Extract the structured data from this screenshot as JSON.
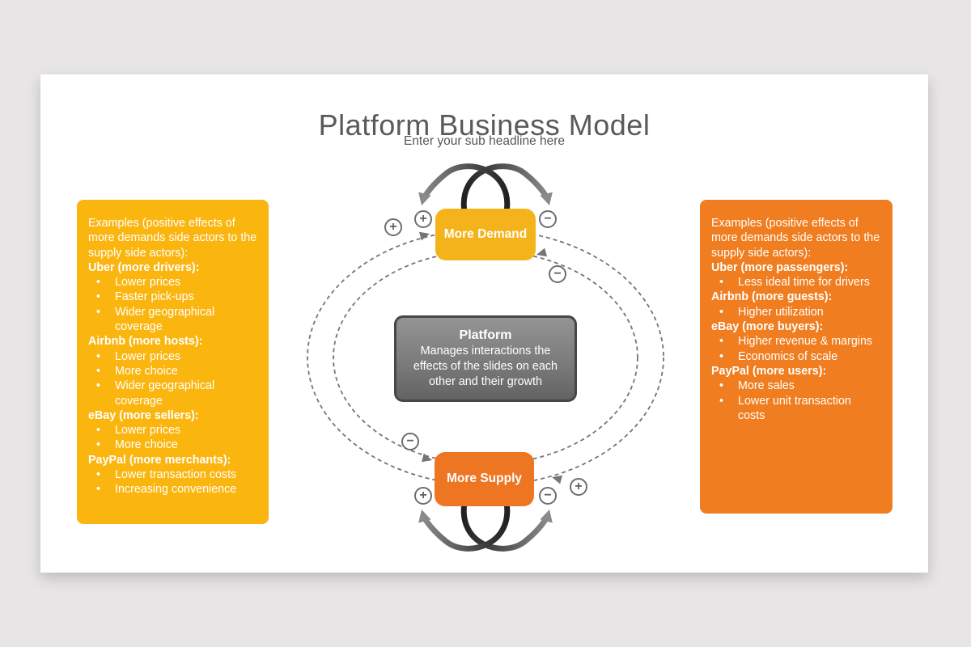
{
  "header": {
    "title": "Platform Business Model",
    "subtitle": "Enter your sub headline here"
  },
  "left_panel": {
    "color": "#FBB50F",
    "intro": "Examples (positive effects of more demands side actors to the supply side actors):",
    "sections": [
      {
        "heading": "Uber (more drivers):",
        "bullets": [
          "Lower prices",
          "Faster pick-ups",
          "Wider geographical coverage"
        ]
      },
      {
        "heading": "Airbnb (more hosts):",
        "bullets": [
          "Lower prices",
          "More choice",
          "Wider geographical coverage"
        ]
      },
      {
        "heading": "eBay (more sellers):",
        "bullets": [
          "Lower prices",
          "More choice"
        ]
      },
      {
        "heading": "PayPal (more merchants):",
        "bullets": [
          "Lower transaction costs",
          "Increasing convenience"
        ]
      }
    ]
  },
  "right_panel": {
    "color": "#F07D1F",
    "intro": "Examples (positive effects of more demands side actors to the supply side actors):",
    "sections": [
      {
        "heading": "Uber (more passengers):",
        "bullets": [
          "Less ideal time for drivers"
        ]
      },
      {
        "heading": "Airbnb (more guests):",
        "bullets": [
          "Higher utilization"
        ]
      },
      {
        "heading": "eBay (more buyers):",
        "bullets": [
          "Higher revenue & margins",
          "Economics of scale"
        ]
      },
      {
        "heading": "PayPal (more users):",
        "bullets": [
          "More sales",
          "Lower unit transaction costs"
        ]
      }
    ]
  },
  "diagram": {
    "demand": {
      "label": "More Demand",
      "color": "#F5B31B"
    },
    "supply": {
      "label": "More Supply",
      "color": "#EE7623"
    },
    "platform": {
      "title": "Platform",
      "description": "Manages interactions the effects of the slides on each other and their growth",
      "color_top": "#949494",
      "color_bottom": "#636363"
    },
    "loop_color": "#757575",
    "signs": [
      {
        "glyph": "+",
        "position": "demand-outer-left"
      },
      {
        "glyph": "+",
        "position": "demand-inner-left"
      },
      {
        "glyph": "−",
        "position": "demand-inner-right"
      },
      {
        "glyph": "−",
        "position": "demand-lower-right"
      },
      {
        "glyph": "−",
        "position": "supply-upper-left"
      },
      {
        "glyph": "+",
        "position": "supply-inner-left"
      },
      {
        "glyph": "−",
        "position": "supply-inner-right"
      },
      {
        "glyph": "+",
        "position": "supply-outer-right"
      }
    ]
  }
}
